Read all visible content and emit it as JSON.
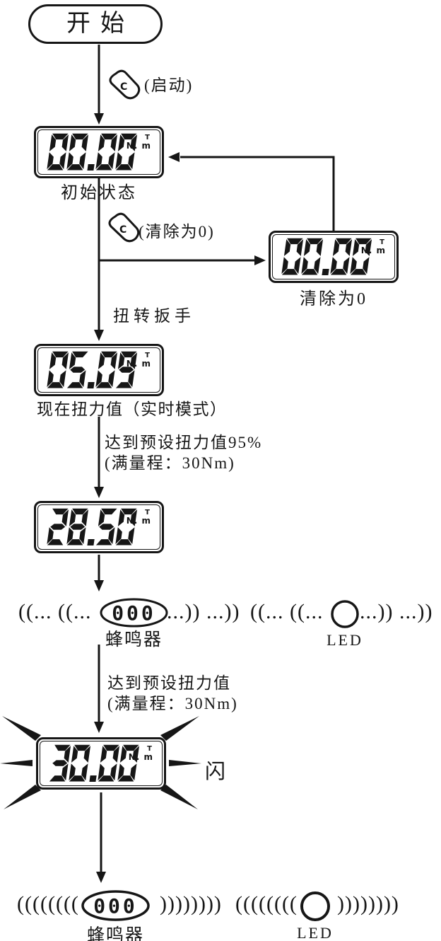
{
  "flow": {
    "start_label": "开始",
    "c_button_char": "C",
    "actions": {
      "power_on": "(启动)",
      "clear_to_zero": "(清除为0)",
      "twist_wrench": "扭转扳手",
      "reach_95_line1": "达到预设扭力值95%",
      "reach_95_line2": "(满量程：30Nm)",
      "reach_full_line1": "达到预设扭力值",
      "reach_full_line2": "(满量程：30Nm)",
      "flash": "闪"
    },
    "lcds": {
      "initial": {
        "value": "00.00",
        "unit": "N. m",
        "mode_flag": "T",
        "caption": "初始状态"
      },
      "cleared": {
        "value": "00.00",
        "unit": "N. m",
        "mode_flag": "T",
        "caption": "清除为0"
      },
      "realtime": {
        "value": "05.09",
        "unit": "N. m",
        "mode_flag": "T",
        "caption": "现在扭力值（实时模式）"
      },
      "near_preset": {
        "value": "28.50",
        "unit": "N. m",
        "mode_flag": "T"
      },
      "preset": {
        "value": "30.00",
        "unit": "N. m",
        "mode_flag": "T"
      }
    },
    "alerts": {
      "buzzer_label": "蜂鸣器",
      "led_label": "LED",
      "buzzer_symbol": "000",
      "wave_intermittent_left": "((... ((...",
      "wave_intermittent_right": "...)) ...))",
      "wave_continuous_left": "((((((((",
      "wave_continuous_right": "))))))))"
    },
    "colors": {
      "ink": "#161616",
      "background": "#ffffff"
    }
  }
}
